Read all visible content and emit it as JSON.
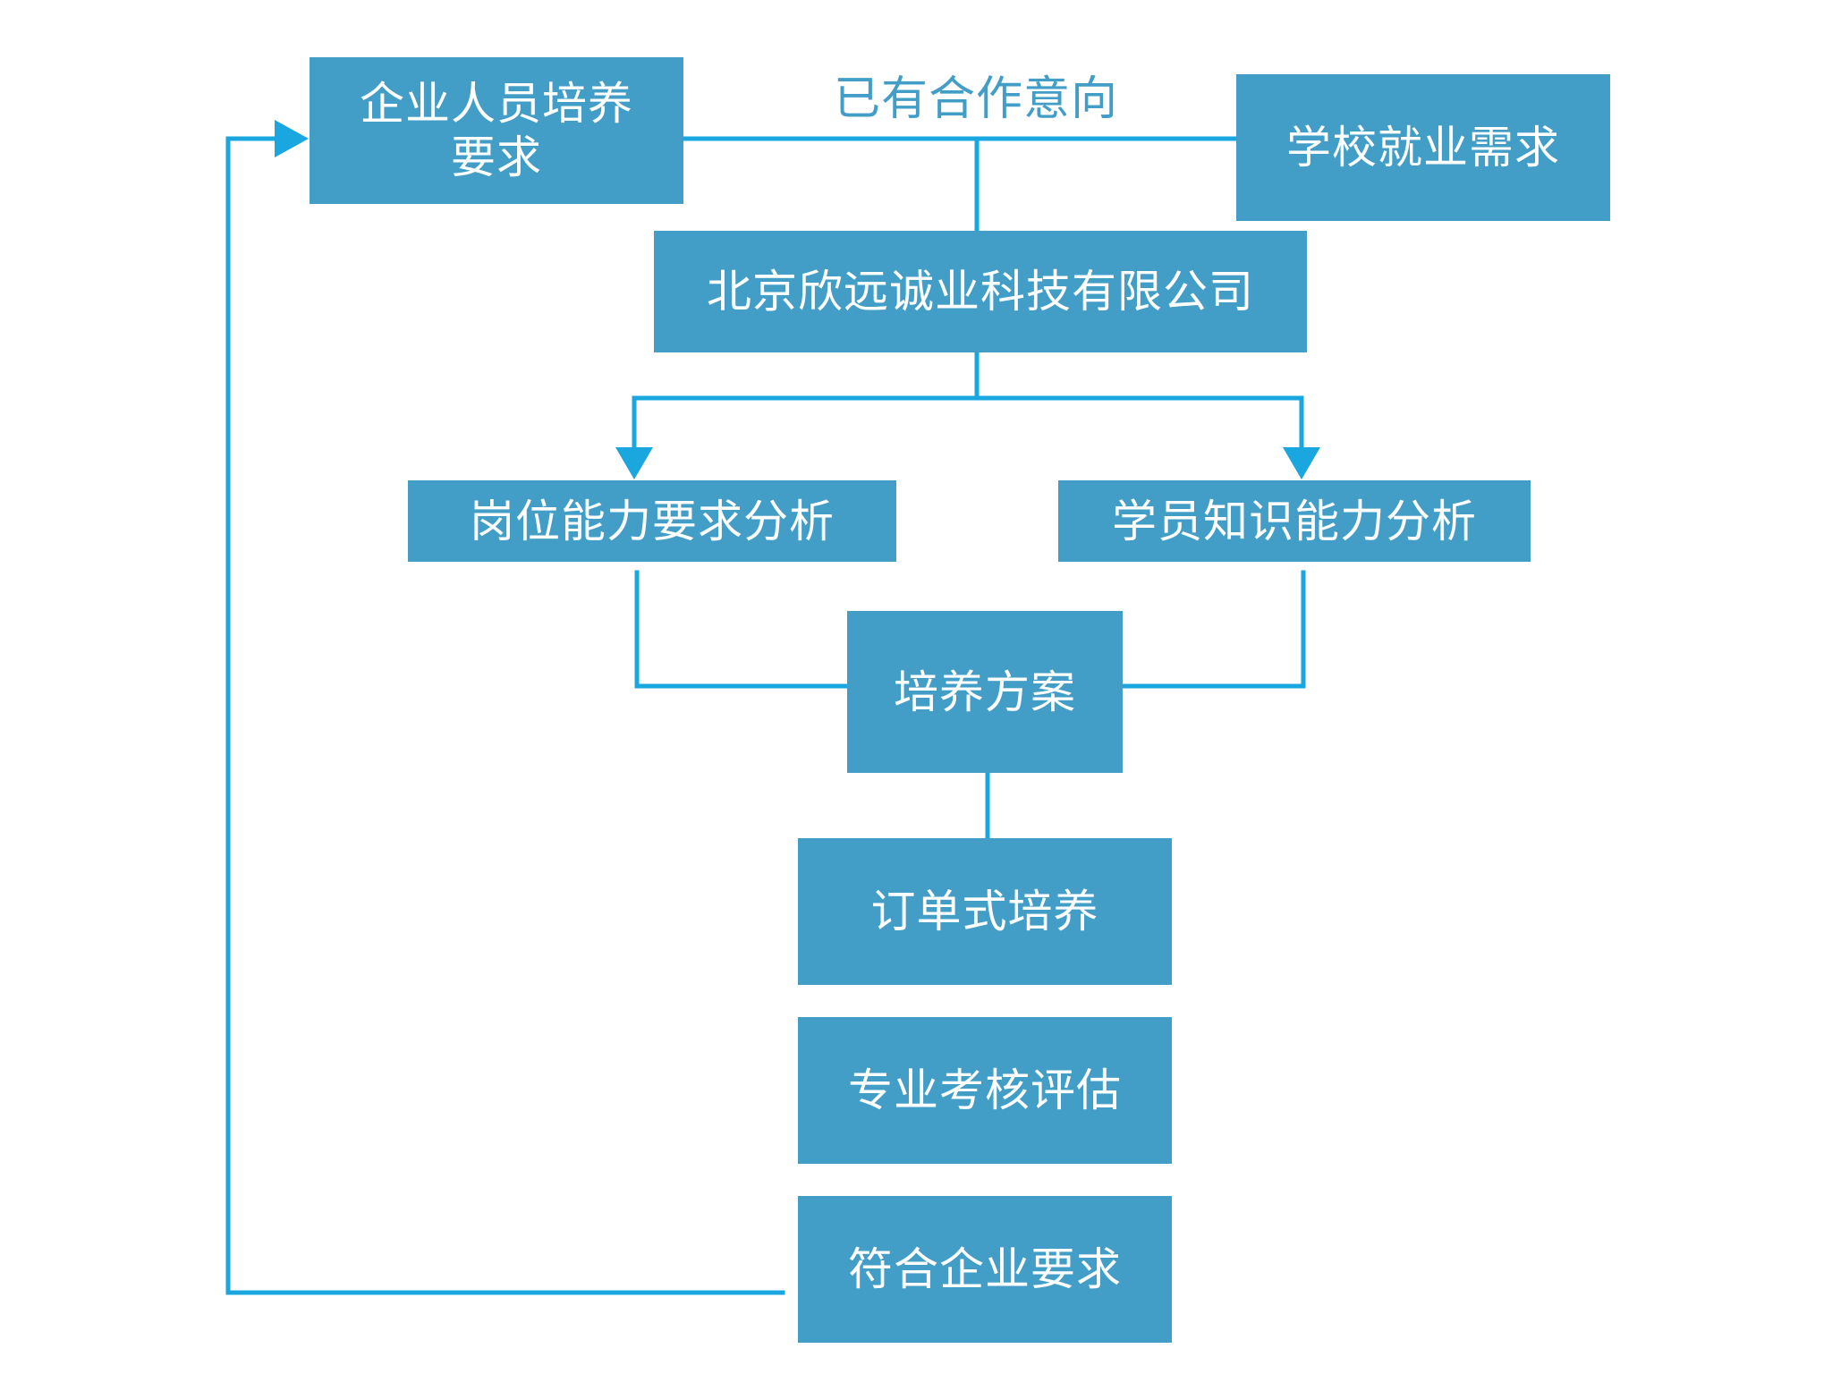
{
  "colors": {
    "box_fill": "#429ec6",
    "line": "#1aa7e0",
    "label": "#429ec6",
    "text": "#ffffff"
  },
  "label": {
    "intention": "已有合作意向"
  },
  "nodes": {
    "enterprise_requirement": {
      "line1": "企业人员培养",
      "line2": "要求"
    },
    "school_demand": "学校就业需求",
    "company": "北京欣远诚业科技有限公司",
    "position_analysis": "岗位能力要求分析",
    "student_analysis": "学员知识能力分析",
    "training_plan": "培养方案",
    "order_training": "订单式培养",
    "professional_assessment": "专业考核评估",
    "meets_requirement": "符合企业要求"
  }
}
